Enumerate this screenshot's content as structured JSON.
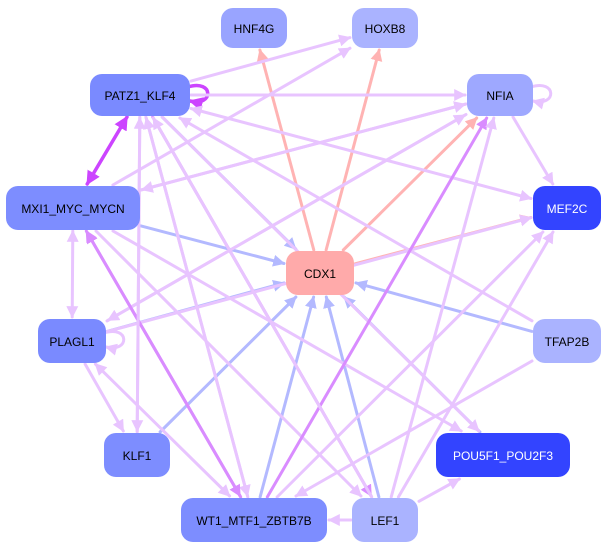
{
  "diagram": {
    "type": "gene-regulatory-network",
    "nodes": [
      {
        "id": "HNF4G",
        "label": "HNF4G",
        "fill": "#99a4ff",
        "text": "#000000"
      },
      {
        "id": "HOXB8",
        "label": "HOXB8",
        "fill": "#aab3ff",
        "text": "#000000"
      },
      {
        "id": "PATZ1_KLF4",
        "label": "PATZ1_KLF4",
        "fill": "#7a8aff",
        "text": "#000000"
      },
      {
        "id": "NFIA",
        "label": "NFIA",
        "fill": "#9ea8ff",
        "text": "#000000"
      },
      {
        "id": "MXI1_MYC_MYCN",
        "label": "MXI1_MYC_MYCN",
        "fill": "#7d8dff",
        "text": "#000000"
      },
      {
        "id": "MEF2C",
        "label": "MEF2C",
        "fill": "#3344ff",
        "text": "#ffffff"
      },
      {
        "id": "CDX1",
        "label": "CDX1",
        "fill": "#ffaaaa",
        "text": "#000000"
      },
      {
        "id": "PLAGL1",
        "label": "PLAGL1",
        "fill": "#7a8aff",
        "text": "#000000"
      },
      {
        "id": "TFAP2B",
        "label": "TFAP2B",
        "fill": "#aab3ff",
        "text": "#000000"
      },
      {
        "id": "KLF1",
        "label": "KLF1",
        "fill": "#7d8dff",
        "text": "#000000"
      },
      {
        "id": "POU5F1_POU2F3",
        "label": "POU5F1_POU2F3",
        "fill": "#3344ff",
        "text": "#ffffff"
      },
      {
        "id": "WT1_MTF1_ZBTB7B",
        "label": "WT1_MTF1_ZBTB7B",
        "fill": "#7d8dff",
        "text": "#000000"
      },
      {
        "id": "LEF1",
        "label": "LEF1",
        "fill": "#aab3ff",
        "text": "#000000"
      }
    ],
    "edge_colors": {
      "pink": "#ffb3b3",
      "blue": "#b3b9ff",
      "lavender": "#e8c4ff",
      "violet": "#d98cff",
      "magenta": "#cc44ff"
    },
    "edges": [
      {
        "from": "CDX1",
        "to": "HNF4G",
        "color": "pink"
      },
      {
        "from": "CDX1",
        "to": "HOXB8",
        "color": "pink"
      },
      {
        "from": "CDX1",
        "to": "NFIA",
        "color": "pink"
      },
      {
        "from": "CDX1",
        "to": "MEF2C",
        "color": "pink"
      },
      {
        "from": "PATZ1_KLF4",
        "to": "CDX1",
        "color": "blue"
      },
      {
        "from": "MXI1_MYC_MYCN",
        "to": "CDX1",
        "color": "blue"
      },
      {
        "from": "PLAGL1",
        "to": "CDX1",
        "color": "blue"
      },
      {
        "from": "TFAP2B",
        "to": "CDX1",
        "color": "blue"
      },
      {
        "from": "KLF1",
        "to": "CDX1",
        "color": "blue"
      },
      {
        "from": "POU5F1_POU2F3",
        "to": "CDX1",
        "color": "blue"
      },
      {
        "from": "WT1_MTF1_ZBTB7B",
        "to": "CDX1",
        "color": "blue"
      },
      {
        "from": "LEF1",
        "to": "CDX1",
        "color": "blue"
      },
      {
        "from": "PATZ1_KLF4",
        "to": "PATZ1_KLF4",
        "color": "magenta",
        "self": true
      },
      {
        "from": "NFIA",
        "to": "NFIA",
        "color": "lavender",
        "self": true
      },
      {
        "from": "PLAGL1",
        "to": "PLAGL1",
        "color": "lavender",
        "self": true
      },
      {
        "from": "PATZ1_KLF4",
        "to": "MXI1_MYC_MYCN",
        "color": "magenta",
        "bidirectional": true
      },
      {
        "from": "MXI1_MYC_MYCN",
        "to": "PLAGL1",
        "color": "lavender",
        "bidirectional": true
      },
      {
        "from": "PATZ1_KLF4",
        "to": "HOXB8",
        "color": "lavender"
      },
      {
        "from": "PATZ1_KLF4",
        "to": "NFIA",
        "color": "lavender"
      },
      {
        "from": "PATZ1_KLF4",
        "to": "MEF2C",
        "color": "lavender",
        "bidirectional": true
      },
      {
        "from": "PATZ1_KLF4",
        "to": "LEF1",
        "color": "violet"
      },
      {
        "from": "PATZ1_KLF4",
        "to": "WT1_MTF1_ZBTB7B",
        "color": "lavender"
      },
      {
        "from": "PATZ1_KLF4",
        "to": "KLF1",
        "color": "lavender"
      },
      {
        "from": "PATZ1_KLF4",
        "to": "POU5F1_POU2F3",
        "color": "lavender"
      },
      {
        "from": "MXI1_MYC_MYCN",
        "to": "HOXB8",
        "color": "lavender"
      },
      {
        "from": "MXI1_MYC_MYCN",
        "to": "NFIA",
        "color": "lavender"
      },
      {
        "from": "MXI1_MYC_MYCN",
        "to": "LEF1",
        "color": "lavender"
      },
      {
        "from": "MXI1_MYC_MYCN",
        "to": "POU5F1_POU2F3",
        "color": "lavender"
      },
      {
        "from": "MXI1_MYC_MYCN",
        "to": "WT1_MTF1_ZBTB7B",
        "color": "violet",
        "bidirectional": true
      },
      {
        "from": "PLAGL1",
        "to": "MEF2C",
        "color": "lavender"
      },
      {
        "from": "PLAGL1",
        "to": "NFIA",
        "color": "lavender"
      },
      {
        "from": "PLAGL1",
        "to": "KLF1",
        "color": "lavender"
      },
      {
        "from": "PLAGL1",
        "to": "WT1_MTF1_ZBTB7B",
        "color": "lavender",
        "bidirectional": true
      },
      {
        "from": "NFIA",
        "to": "MEF2C",
        "color": "lavender"
      },
      {
        "from": "NFIA",
        "to": "PLAGL1",
        "color": "lavender"
      },
      {
        "from": "NFIA",
        "to": "MXI1_MYC_MYCN",
        "color": "lavender"
      },
      {
        "from": "TFAP2B",
        "to": "PATZ1_KLF4",
        "color": "lavender"
      },
      {
        "from": "TFAP2B",
        "to": "WT1_MTF1_ZBTB7B",
        "color": "lavender"
      },
      {
        "from": "WT1_MTF1_ZBTB7B",
        "to": "NFIA",
        "color": "violet"
      },
      {
        "from": "WT1_MTF1_ZBTB7B",
        "to": "MEF2C",
        "color": "lavender"
      },
      {
        "from": "WT1_MTF1_ZBTB7B",
        "to": "MXI1_MYC_MYCN",
        "color": "violet"
      },
      {
        "from": "WT1_MTF1_ZBTB7B",
        "to": "PATZ1_KLF4",
        "color": "lavender"
      },
      {
        "from": "LEF1",
        "to": "NFIA",
        "color": "lavender"
      },
      {
        "from": "LEF1",
        "to": "MEF2C",
        "color": "lavender"
      },
      {
        "from": "LEF1",
        "to": "POU5F1_POU2F3",
        "color": "lavender"
      },
      {
        "from": "LEF1",
        "to": "WT1_MTF1_ZBTB7B",
        "color": "lavender"
      },
      {
        "from": "LEF1",
        "to": "PATZ1_KLF4",
        "color": "lavender"
      },
      {
        "from": "KLF1",
        "to": "PATZ1_KLF4",
        "color": "lavender"
      }
    ]
  }
}
